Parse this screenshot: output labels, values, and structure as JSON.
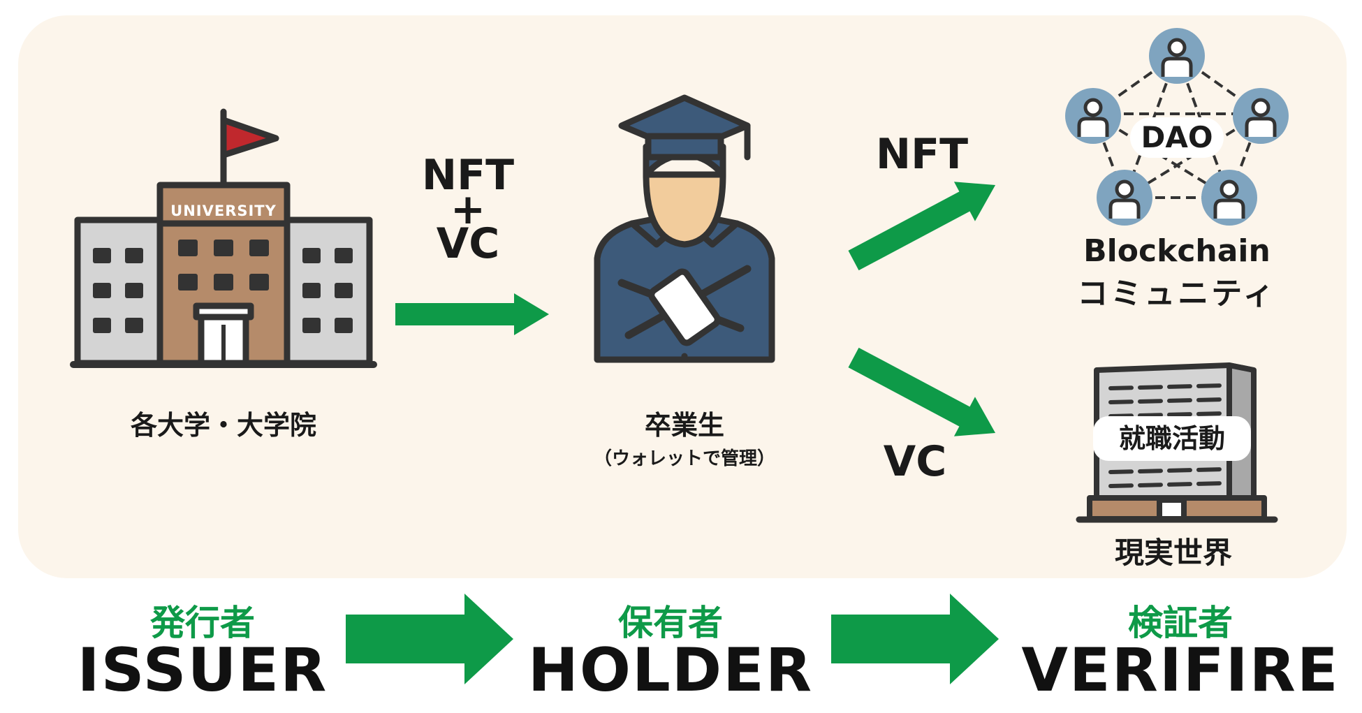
{
  "labels": {
    "arrow1_line1": "NFT",
    "arrow1_line2": "+",
    "arrow1_line3": "VC",
    "arrow_up_label": "NFT",
    "arrow_down_label": "VC",
    "university_sign": "UNIVERSITY",
    "university_caption": "各大学・大学院",
    "graduate_caption": "卒業生",
    "graduate_sub": "（ウォレットで管理）",
    "dao_label": "DAO",
    "blockchain_line1": "Blockchain",
    "blockchain_line2": "コミュニティ",
    "job_label": "就職活動",
    "real_world": "現実世界"
  },
  "roles": [
    {
      "jp": "発行者",
      "en": "ISSUER"
    },
    {
      "jp": "保有者",
      "en": "HOLDER"
    },
    {
      "jp": "検証者",
      "en": "VERIFIRE"
    }
  ],
  "colors": {
    "panel_bg": "#fcf5eb",
    "arrow_green": "#0e9a48",
    "role_green": "#0e9a48",
    "navy": "#3d5a7a",
    "brown": "#b58b6a",
    "flag_red": "#c0282d",
    "grey": "#d4d4d4",
    "node_blue": "#7fa4bf"
  }
}
